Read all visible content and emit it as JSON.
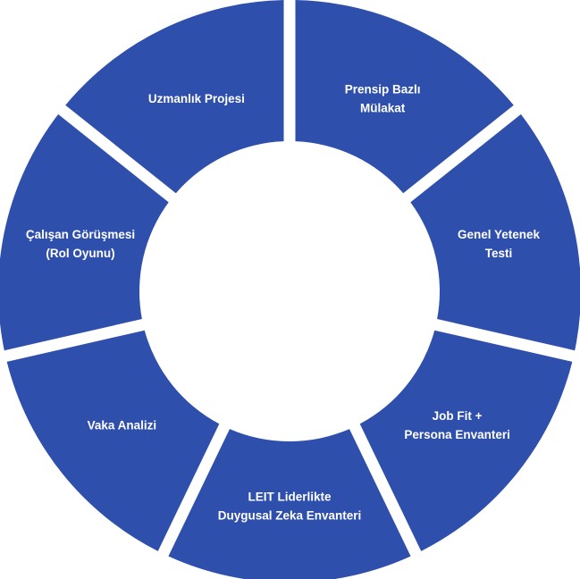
{
  "theme": {
    "segment_color": "#2f4fad",
    "label_color": "#ffffff",
    "background": "#ffffff"
  },
  "segments": [
    {
      "lines": [
        "Prensip Bazlı",
        "Mülakat"
      ]
    },
    {
      "lines": [
        "Genel Yetenek",
        "Testi"
      ]
    },
    {
      "lines": [
        "Job Fit +",
        "Persona Envanteri"
      ]
    },
    {
      "lines": [
        "LEIT Liderlikte",
        "Duygusal Zeka Envanteri"
      ]
    },
    {
      "lines": [
        "Vaka Analizi"
      ]
    },
    {
      "lines": [
        "Çalışan Görüşmesi",
        "(Rol Oyunu)"
      ]
    },
    {
      "lines": [
        "Uzmanlık Projesi"
      ]
    }
  ]
}
